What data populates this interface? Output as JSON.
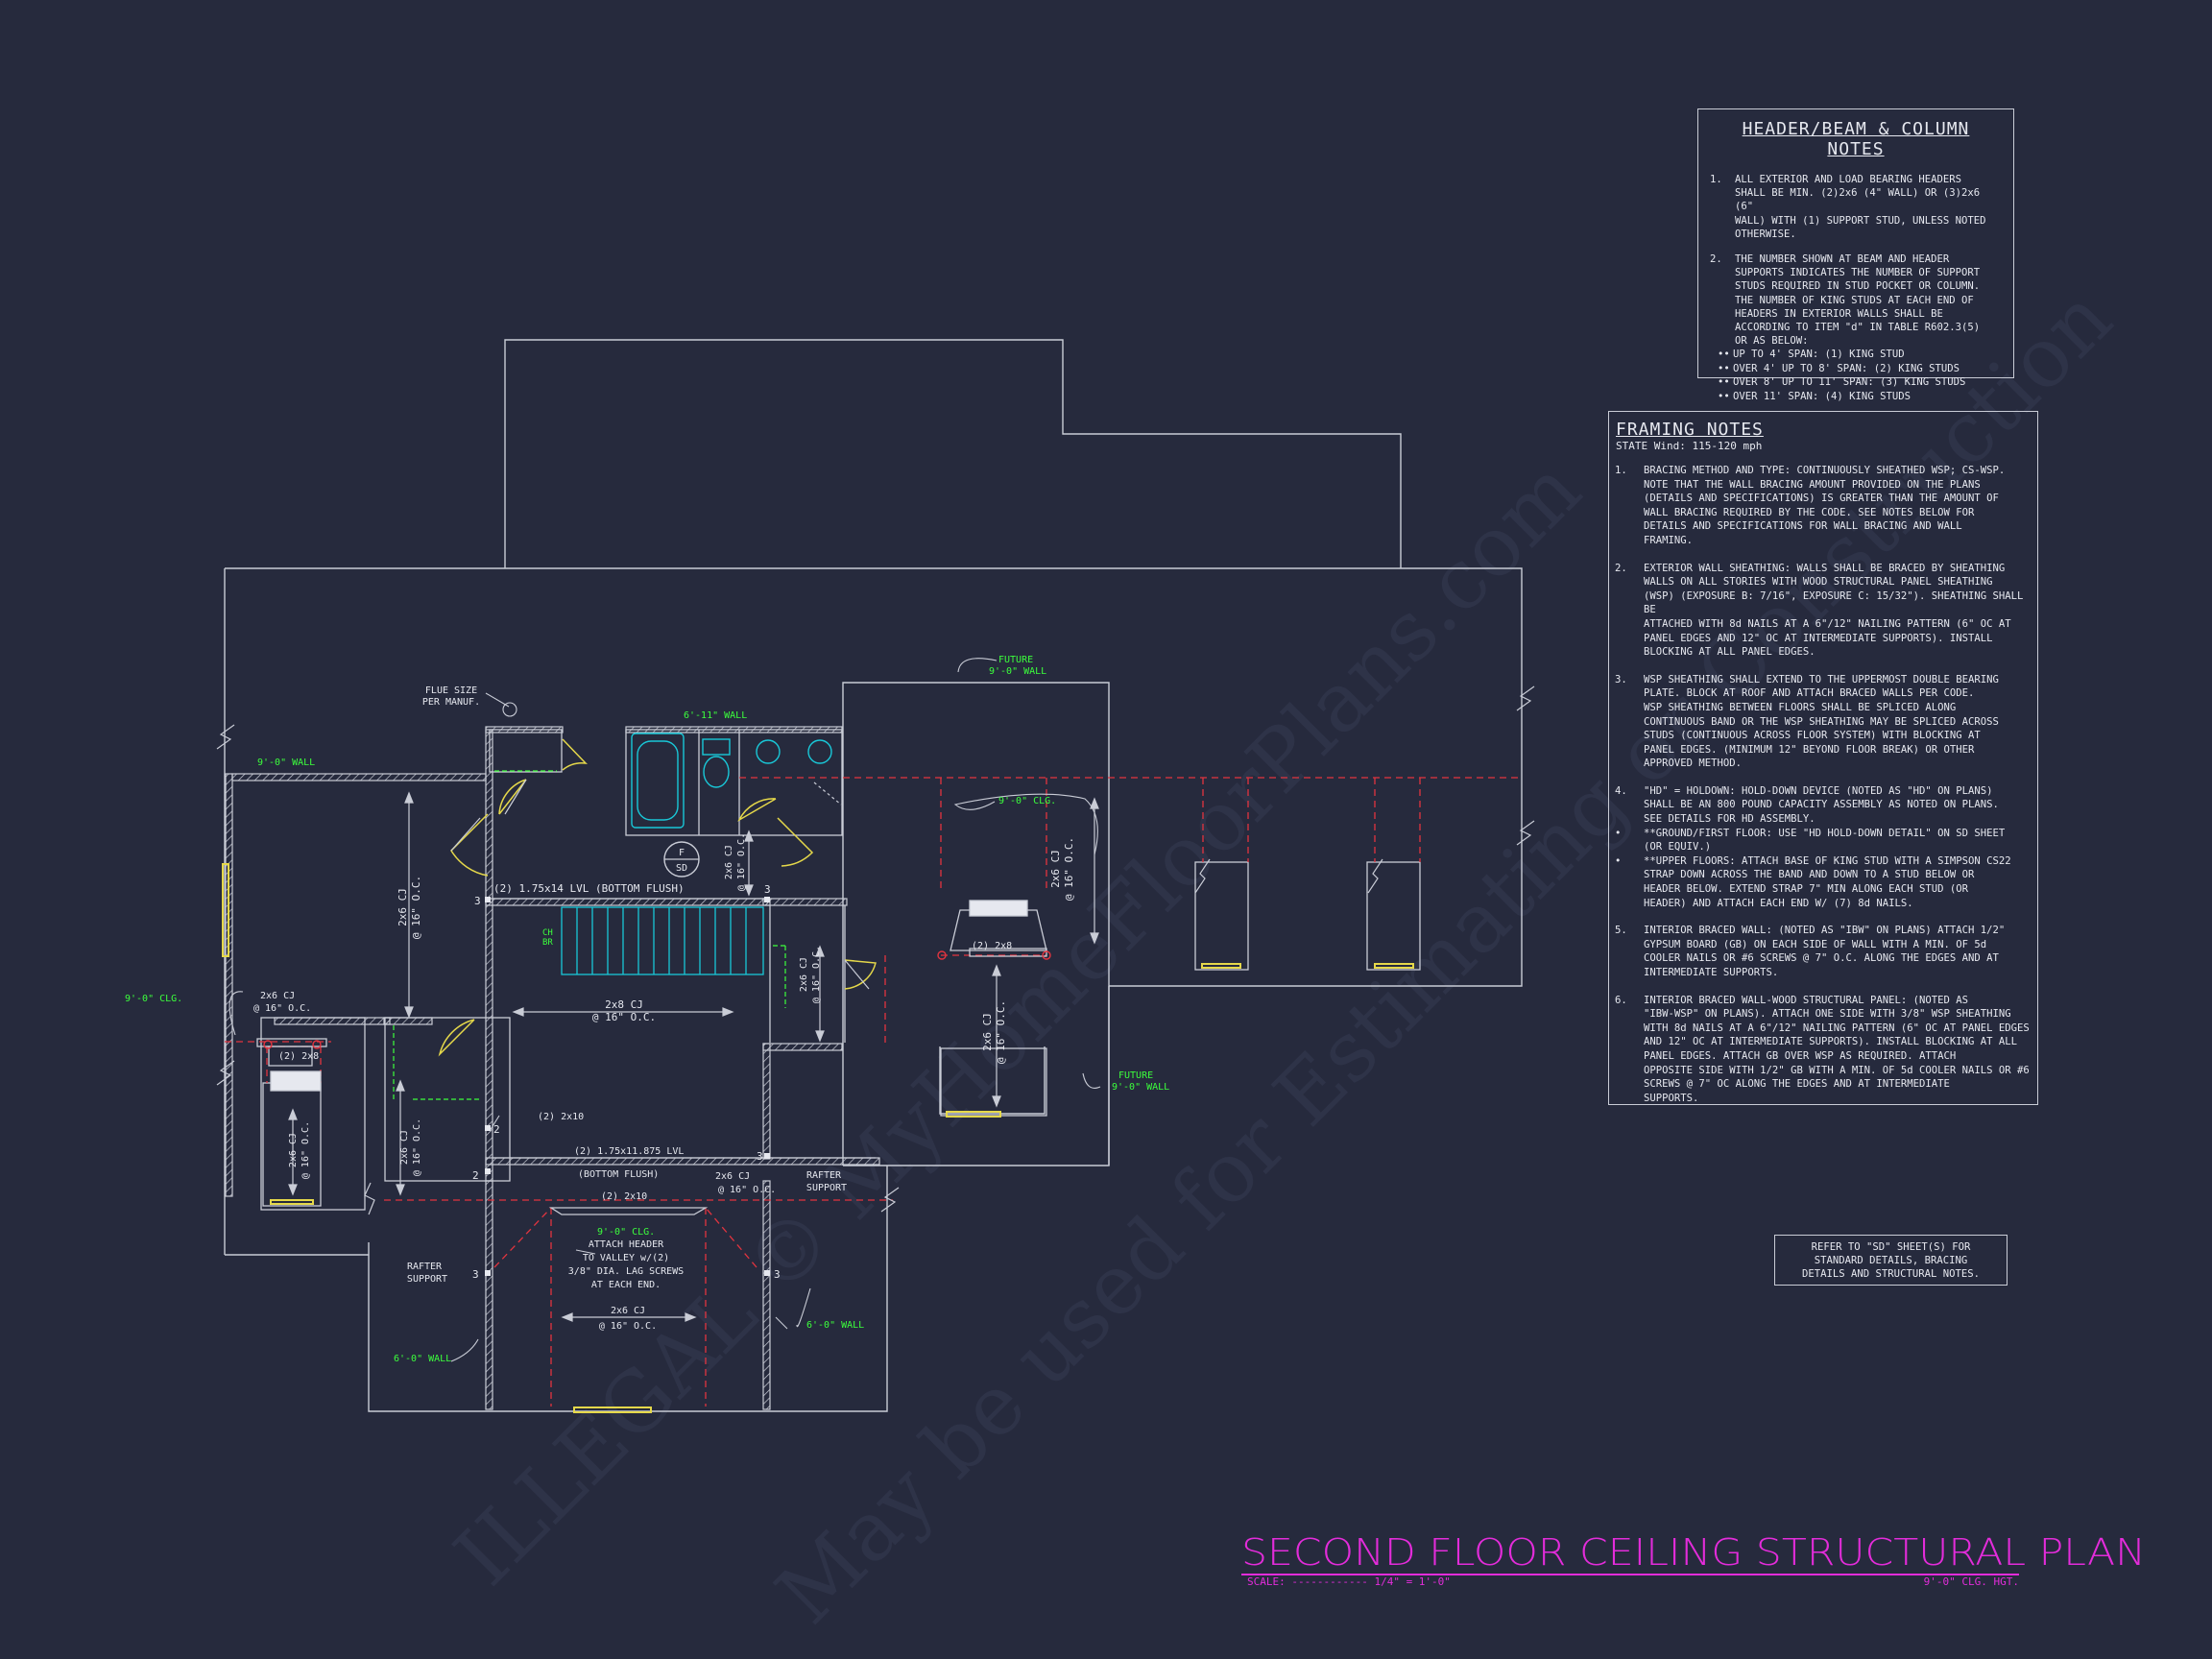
{
  "drawing": {
    "title": "SECOND FLOOR CEILING STRUCTURAL PLAN",
    "scale": "SCALE: ------------ 1/4\" = 1'-0\"",
    "clg_hgt": "9'-0\" CLG. HGT."
  },
  "header_beam_notes": {
    "heading": "HEADER/BEAM & COLUMN NOTES",
    "items": [
      {
        "num": "1.",
        "text": "ALL EXTERIOR AND LOAD BEARING HEADERS\nSHALL BE MIN. (2)2x6 (4\" WALL) OR (3)2x6 (6\"\nWALL) WITH (1) SUPPORT STUD, UNLESS NOTED\nOTHERWISE."
      },
      {
        "num": "2.",
        "text": "THE NUMBER SHOWN AT BEAM AND HEADER\nSUPPORTS INDICATES THE NUMBER OF SUPPORT\nSTUDS REQUIRED IN STUD POCKET OR COLUMN.\nTHE NUMBER OF KING STUDS AT EACH END OF\nHEADERS IN EXTERIOR WALLS SHALL BE\nACCORDING TO ITEM \"d\" IN TABLE R602.3(5)\nOR AS BELOW:"
      }
    ],
    "bullets": [
      "UP TO 4' SPAN: (1) KING STUD",
      "OVER 4' UP TO 8' SPAN: (2) KING STUDS",
      "OVER 8' UP TO 11' SPAN: (3) KING STUDS",
      "OVER 11' SPAN: (4) KING STUDS"
    ]
  },
  "framing_notes": {
    "heading": "FRAMING NOTES",
    "state": "STATE Wind: 115-120 mph",
    "items": [
      {
        "num": "1.",
        "text": "BRACING METHOD AND TYPE: CONTINUOUSLY SHEATHED WSP; CS-WSP.\nNOTE THAT THE WALL BRACING AMOUNT PROVIDED ON THE PLANS\n(DETAILS AND SPECIFICATIONS) IS GREATER THAN THE AMOUNT OF\nWALL BRACING REQUIRED BY THE CODE. SEE NOTES BELOW FOR\nDETAILS AND SPECIFICATIONS FOR WALL BRACING AND WALL\nFRAMING."
      },
      {
        "num": "2.",
        "text": "EXTERIOR WALL SHEATHING: WALLS SHALL BE BRACED BY SHEATHING\nWALLS ON ALL STORIES WITH WOOD STRUCTURAL PANEL SHEATHING\n(WSP) (EXPOSURE B: 7/16\", EXPOSURE C: 15/32\"). SHEATHING SHALL BE\nATTACHED WITH 8d NAILS AT A 6\"/12\" NAILING PATTERN (6\" OC AT\nPANEL EDGES AND 12\" OC AT INTERMEDIATE SUPPORTS). INSTALL\nBLOCKING AT ALL PANEL EDGES."
      },
      {
        "num": "3.",
        "text": "WSP SHEATHING SHALL EXTEND TO THE UPPERMOST DOUBLE BEARING\nPLATE. BLOCK AT ROOF AND ATTACH BRACED WALLS PER CODE.\nWSP SHEATHING BETWEEN FLOORS SHALL BE SPLICED ALONG\nCONTINUOUS BAND OR THE WSP SHEATHING MAY BE SPLICED ACROSS\nSTUDS (CONTINUOUS ACROSS FLOOR SYSTEM) WITH BLOCKING AT\nPANEL EDGES. (MINIMUM 12\" BEYOND FLOOR BREAK) OR OTHER\nAPPROVED METHOD."
      },
      {
        "num": "4.",
        "text": "\"HD\" = HOLDOWN: HOLD-DOWN DEVICE (NOTED AS \"HD\" ON PLANS)\nSHALL BE AN 800 POUND CAPACITY ASSEMBLY AS NOTED ON PLANS.\nSEE DETAILS FOR HD ASSEMBLY."
      },
      {
        "num": "•",
        "text": "**GROUND/FIRST FLOOR: USE \"HD HOLD-DOWN DETAIL\" ON SD SHEET\n(OR EQUIV.)"
      },
      {
        "num": "•",
        "text": "**UPPER FLOORS: ATTACH BASE OF KING STUD WITH A SIMPSON CS22\nSTRAP DOWN ACROSS THE BAND AND DOWN TO A STUD BELOW OR\nHEADER BELOW. EXTEND STRAP 7\" MIN ALONG EACH STUD (OR\nHEADER) AND ATTACH EACH END W/ (7) 8d NAILS."
      },
      {
        "num": "5.",
        "text": "INTERIOR BRACED WALL: (NOTED AS \"IBW\" ON PLANS) ATTACH 1/2\"\nGYPSUM BOARD (GB) ON EACH SIDE OF WALL WITH A MIN. OF 5d\nCOOLER NAILS OR #6 SCREWS @ 7\" O.C. ALONG THE EDGES AND AT\nINTERMEDIATE SUPPORTS."
      },
      {
        "num": "6.",
        "text": "INTERIOR BRACED WALL-WOOD STRUCTURAL PANEL: (NOTED AS\n\"IBW-WSP\" ON PLANS). ATTACH ONE SIDE WITH 3/8\" WSP SHEATHING\nWITH 8d NAILS AT A 6\"/12\" NAILING PATTERN (6\" OC AT PANEL EDGES\nAND 12\" OC AT INTERMEDIATE SUPPORTS). INSTALL BLOCKING AT ALL\nPANEL EDGES. ATTACH GB OVER WSP AS REQUIRED. ATTACH\nOPPOSITE SIDE WITH 1/2\" GB WITH A MIN. OF 5d COOLER NAILS OR #6\nSCREWS @ 7\" OC ALONG THE EDGES AND AT INTERMEDIATE\nSUPPORTS."
      }
    ]
  },
  "refer_note": "REFER TO \"SD\" SHEET(S) FOR\nSTANDARD DETAILS, BRACING\nDETAILS AND STRUCTURAL NOTES.",
  "plan_labels": {
    "flue": "FLUE SIZE\nPER MANUF.",
    "wall_9_left": "9'-0\" WALL",
    "wall_6_11": "6'-11\" WALL",
    "future_9_wall_top": "FUTURE\n9'-0\" WALL",
    "clg_9_center": "9'-0\" CLG.",
    "clg_9_left": "9'-0\" CLG.",
    "lvl_1": "(2) 1.75x14 LVL (BOTTOM FLUSH)",
    "fsd_f": "F",
    "fsd_sd": "SD",
    "cj_2x8": "2x8 CJ",
    "oc_16": "@ 16\" O.C.",
    "cj_2x6": "2x6 CJ",
    "hdr_2x8": "(2) 2x8",
    "hdr_2x10": "(2) 2x10",
    "lvl_2": "(2) 1.75x11.875 LVL",
    "bottom_flush": "(BOTTOM FLUSH)",
    "rafter_support": "RAFTER\nSUPPORT",
    "attach_header": "ATTACH HEADER\nTO VALLEY w/(2)\n3/8\" DIA. LAG SCREWS\nAT EACH END.",
    "wall_6_0": "6'-0\" WALL",
    "future_9_wall_bottom": "FUTURE\n9'-0\" WALL",
    "ch_br": "CH\nBR",
    "num_3": "3",
    "num_2": "2"
  },
  "watermark": {
    "line1": "ILLEGAL © MyHomeFloorPlans.com",
    "line2": "May be used for Estimating or Construction"
  },
  "colors": {
    "background": "#262a3d",
    "linework": "#c9ccd6",
    "accent_green": "#3cff3c",
    "fixture_cyan": "#19c8d8",
    "window_yellow": "#e5d84a",
    "beam_red": "#e2343f",
    "title_magenta": "#e32cda"
  }
}
